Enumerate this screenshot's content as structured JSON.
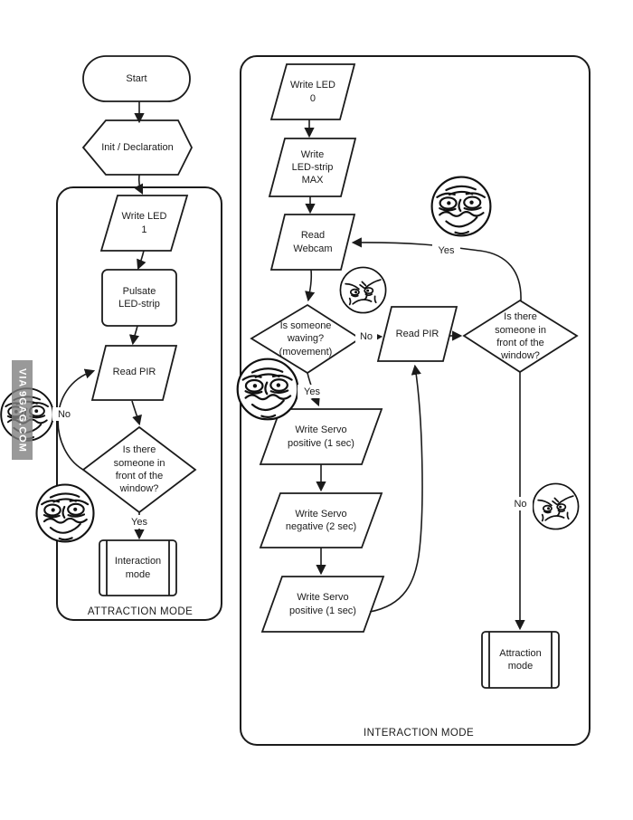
{
  "watermark": "VIA 9GAG.COM",
  "colors": {
    "line": "#1b1b1b",
    "background": "#ffffff",
    "watermark_bg": "#808080",
    "watermark_text": "#ffffff"
  },
  "attraction": {
    "caption": "ATTRACTION MODE",
    "start": "Start",
    "init": "Init / Declaration",
    "write_led_1": "Write LED\n1",
    "pulsate_led_strip": "Pulsate\nLED-strip",
    "read_pir": "Read PIR",
    "presence_question": "Is there\nsomeone in\nfront of the\nwindow?",
    "presence_no": "No",
    "presence_yes": "Yes",
    "interaction_mode": "Interaction\nmode"
  },
  "interaction": {
    "caption": "INTERACTION MODE",
    "write_led_0": "Write LED\n0",
    "write_led_strip_max": "Write\nLED-strip\nMAX",
    "read_webcam": "Read\nWebcam",
    "waving_question": "Is someone\nwaving?\n(movement)",
    "waving_no": "No",
    "waving_yes": "Yes",
    "read_pir": "Read PIR",
    "presence_question": "Is there\nsomeone in\nfront of the\nwindow?",
    "presence_yes": "Yes",
    "presence_no": "No",
    "write_servo_pos_1": "Write Servo\npositive (1 sec)",
    "write_servo_neg": "Write Servo\nnegative (2 sec)",
    "write_servo_pos_2": "Write Servo\npositive (1 sec)",
    "attraction_mode": "Attraction\nmode"
  }
}
